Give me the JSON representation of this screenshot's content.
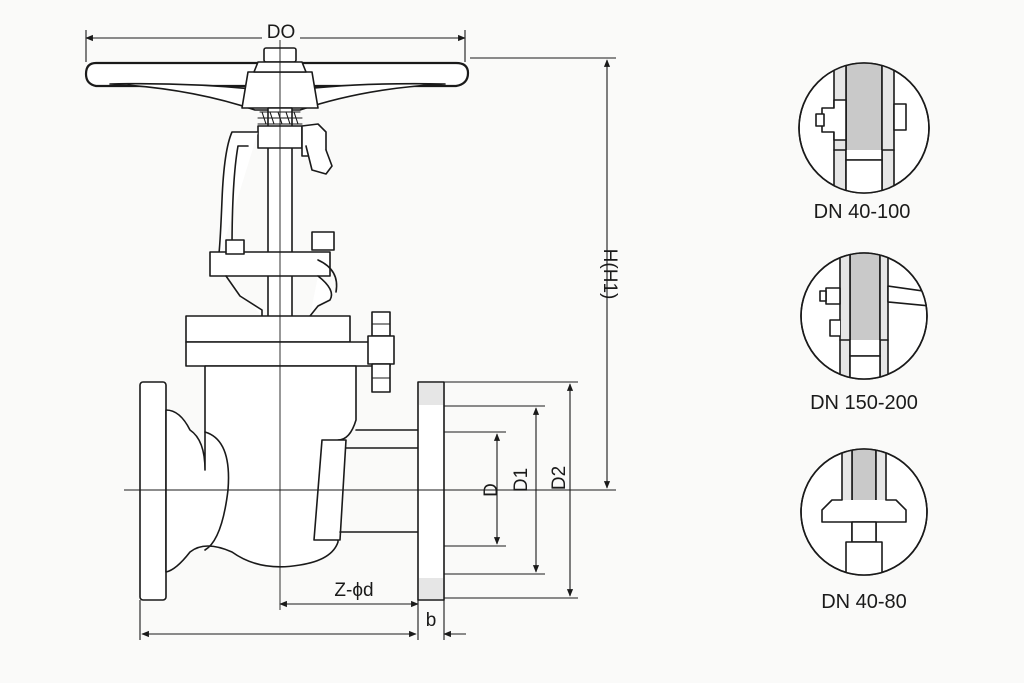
{
  "labels": {
    "handwheel_diameter": "DO",
    "height": "H(H1)",
    "bore_diameter": "D",
    "raised_face_diameter": "D1",
    "bolt_circle_diameter": "D2",
    "bolt_holes": "Z-ϕd",
    "flange_thickness": "b"
  },
  "details": [
    {
      "caption": "DN 40-100"
    },
    {
      "caption": "DN 150-200"
    },
    {
      "caption": "DN 40-80"
    }
  ]
}
